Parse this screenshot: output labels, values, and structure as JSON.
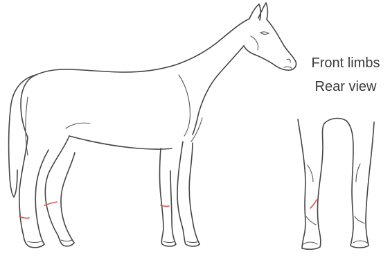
{
  "labels": {
    "line1": "Front limbs",
    "line2": "Rear view"
  },
  "colors": {
    "outline": "#444444",
    "marker": "#d9534f",
    "background": "#ffffff"
  },
  "figures": {
    "side_view": "horse-side-view",
    "rear_view": "front-limbs-rear-view"
  }
}
